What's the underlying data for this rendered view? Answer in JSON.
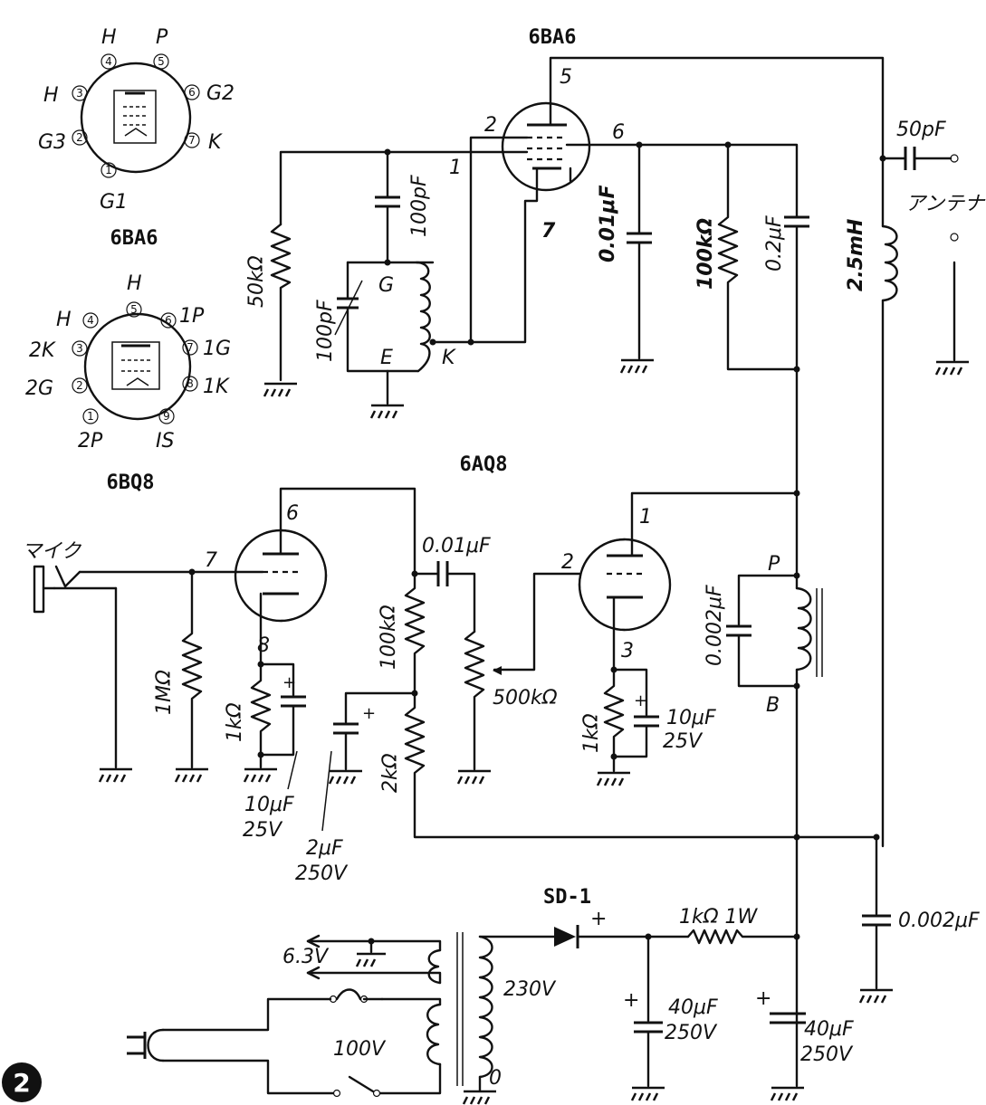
{
  "figure_number": "2",
  "tubes": {
    "rf": {
      "name": "6BA6",
      "pins": {
        "plate": "5",
        "screen": "6",
        "grid": "1",
        "g3": "2",
        "cathode": "7"
      }
    },
    "audio": {
      "name": "6AQ8",
      "pins": {
        "p1": "6",
        "g1": "7",
        "k1": "8",
        "p2": "1",
        "g2": "2",
        "k2": "3"
      }
    }
  },
  "basing": [
    {
      "name": "6BA6",
      "pins": [
        {
          "num": "4",
          "label": "H"
        },
        {
          "num": "5",
          "label": "P"
        },
        {
          "num": "6",
          "label": "G2"
        },
        {
          "num": "7",
          "label": "K"
        },
        {
          "num": "1",
          "label": "G1"
        },
        {
          "num": "2",
          "label": "G3"
        },
        {
          "num": "3",
          "label": "H"
        }
      ]
    },
    {
      "name": "6BQ8",
      "pins": [
        {
          "num": "5",
          "label": "H"
        },
        {
          "num": "6",
          "label": "1P"
        },
        {
          "num": "7",
          "label": "1G"
        },
        {
          "num": "8",
          "label": "1K"
        },
        {
          "num": "9",
          "label": "IS"
        },
        {
          "num": "1",
          "label": "2P"
        },
        {
          "num": "2",
          "label": "2G"
        },
        {
          "num": "3",
          "label": "2K"
        },
        {
          "num": "4",
          "label": "H"
        }
      ]
    }
  ],
  "components": {
    "r_grid_rf": "50kΩ",
    "c_tank": "100pF",
    "c_grid": "100pF",
    "tap_g": "G",
    "tap_e": "E",
    "tap_k": "K",
    "c_screen": "0.01μF",
    "r_screen": "100kΩ",
    "c_screen2": "0.2μF",
    "rfc": "2.5mH",
    "c_ant": "50pF",
    "antenna": "アンテナ",
    "mic": "マイク",
    "r_mic": "1MΩ",
    "r_k1": "1kΩ",
    "c_k1": "10μF\n25V",
    "c_k1_a": "10μF",
    "c_k1_b": "25V",
    "r_load": "100kΩ",
    "c_couple": "0.01μF",
    "pot": "500kΩ",
    "r_dec": "2kΩ",
    "c_dec_a": "2μF",
    "c_dec_b": "250V",
    "r_k2": "1kΩ",
    "c_k2_a": "10μF",
    "c_k2_b": "25V",
    "c_mod": "0.002μF",
    "mod_p": "P",
    "mod_b": "B",
    "c_bypass": "0.002μF",
    "diode": "SD-1",
    "r_filter": "1kΩ 1W",
    "c_f1_a": "40μF",
    "c_f1_b": "250V",
    "c_f2_a": "40μF",
    "c_f2_b": "250V",
    "heater": "6.3V",
    "sec": "230V",
    "pri": "100V",
    "zero": "0",
    "plus": "+"
  }
}
